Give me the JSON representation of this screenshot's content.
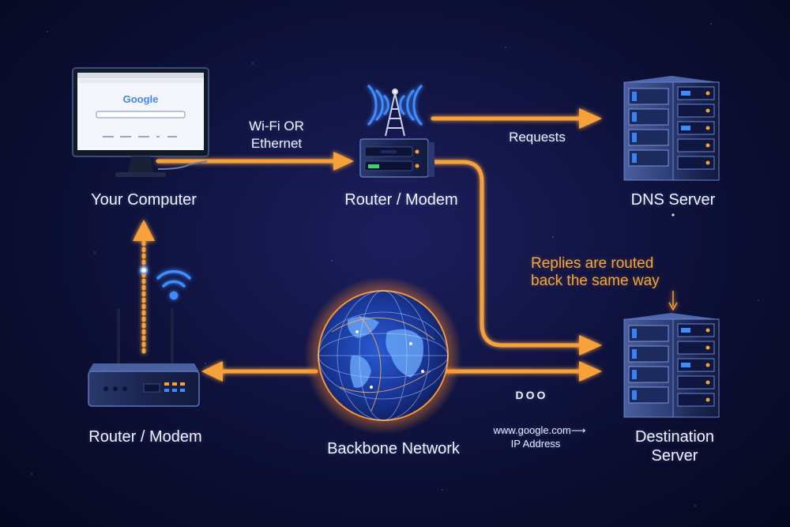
{
  "nodes": {
    "computer": "Your Computer",
    "router_top": "Router / Modem",
    "dns_server": "DNS Server",
    "router_bottom": "Router / Modem",
    "backbone": "Backbone Network",
    "destination_line1": "Destination",
    "destination_line2": "Server"
  },
  "screen": {
    "brand": "Google"
  },
  "connections": {
    "wifi_line1": "Wi-Fi OR",
    "wifi_line2": "Ethernet",
    "requests": "Requests",
    "replies_line1": "Replies are routed",
    "replies_line2": "back the same way"
  },
  "dns_lookup": {
    "glyphs": "DOO",
    "domain": "www.google.com",
    "arrow": "⟶",
    "ip": "IP Address"
  },
  "colors": {
    "accent_orange": "#f7a13a",
    "accent_blue": "#3f8cff",
    "background": "#0a0f2a"
  }
}
